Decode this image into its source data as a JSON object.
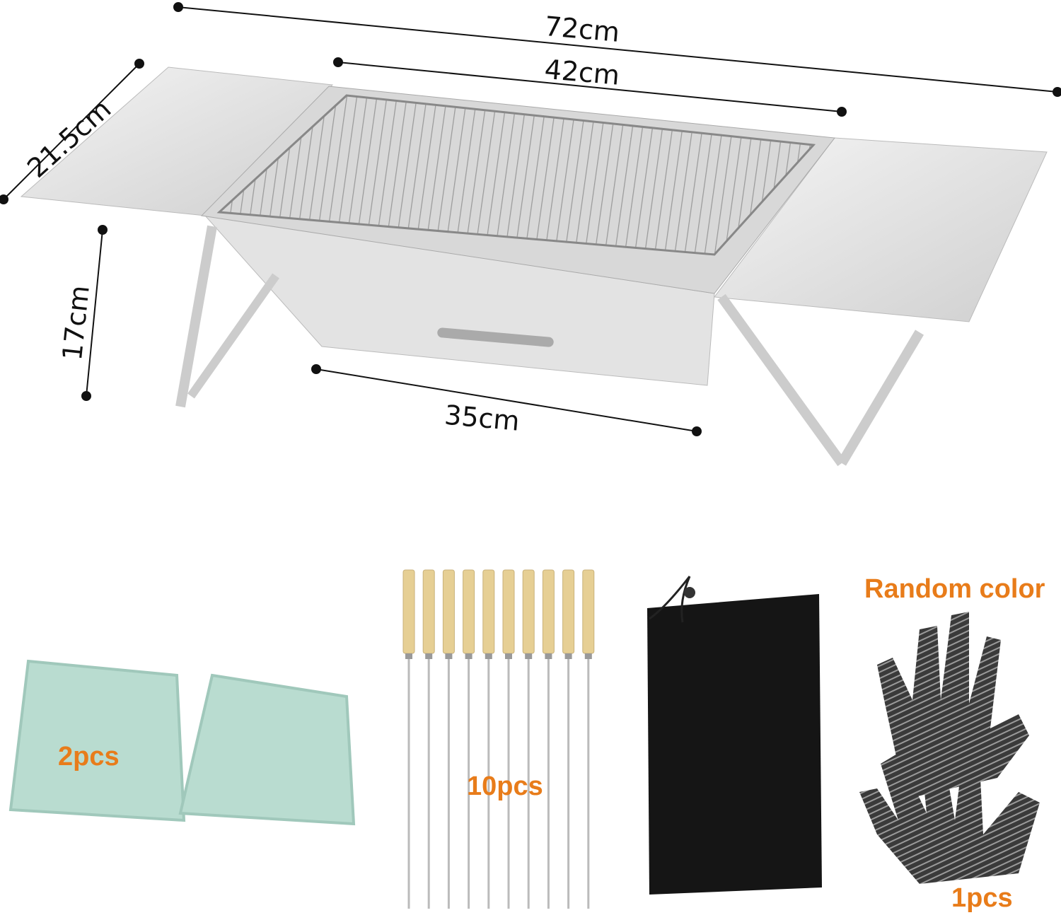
{
  "dimensions": {
    "total_length": "72cm",
    "grill_length": "42cm",
    "depth": "21.5cm",
    "height": "17cm",
    "base_length": "35cm"
  },
  "accessories": {
    "cloths_label": "2pcs",
    "skewers_label": "10pcs",
    "gloves_note": "Random color",
    "gloves_label": "1pcs"
  },
  "colors": {
    "label_orange": "#e87c1a",
    "steel": "#d9d9d9",
    "cloth": "#b9dcd0",
    "bag": "#151515",
    "handle": "#e6cf94"
  }
}
